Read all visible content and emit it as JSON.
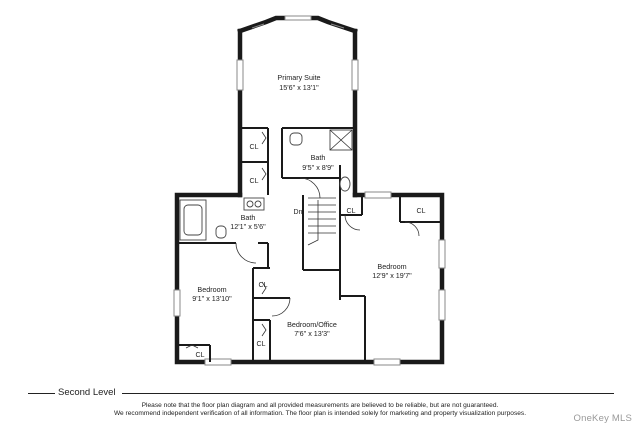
{
  "rooms": {
    "primary_suite": {
      "name": "Primary Suite",
      "dims": "15'6\" x 13'1\""
    },
    "bath_upper": {
      "name": "Bath",
      "dims": "9'5\" x 8'9\""
    },
    "bath_lower": {
      "name": "Bath",
      "dims": "12'1\" x 5'6\""
    },
    "bedroom_left": {
      "name": "Bedroom",
      "dims": "9'1\" x 13'10\""
    },
    "bedroom_right": {
      "name": "Bedroom",
      "dims": "12'9\" x 19'7\""
    },
    "bedroom_office": {
      "name": "Bedroom/Office",
      "dims": "7'6\" x 13'3\""
    }
  },
  "closet_label": "CL",
  "stair_label": "Dn",
  "level_name": "Second Level",
  "disclaimer": [
    "Please note that the floor plan diagram and all provided measurements are believed to be reliable, but are not guaranteed.",
    "We recommend independent verification of all information. The floor plan is intended solely for marketing and property visualization purposes."
  ],
  "watermark": "OneKey MLS"
}
